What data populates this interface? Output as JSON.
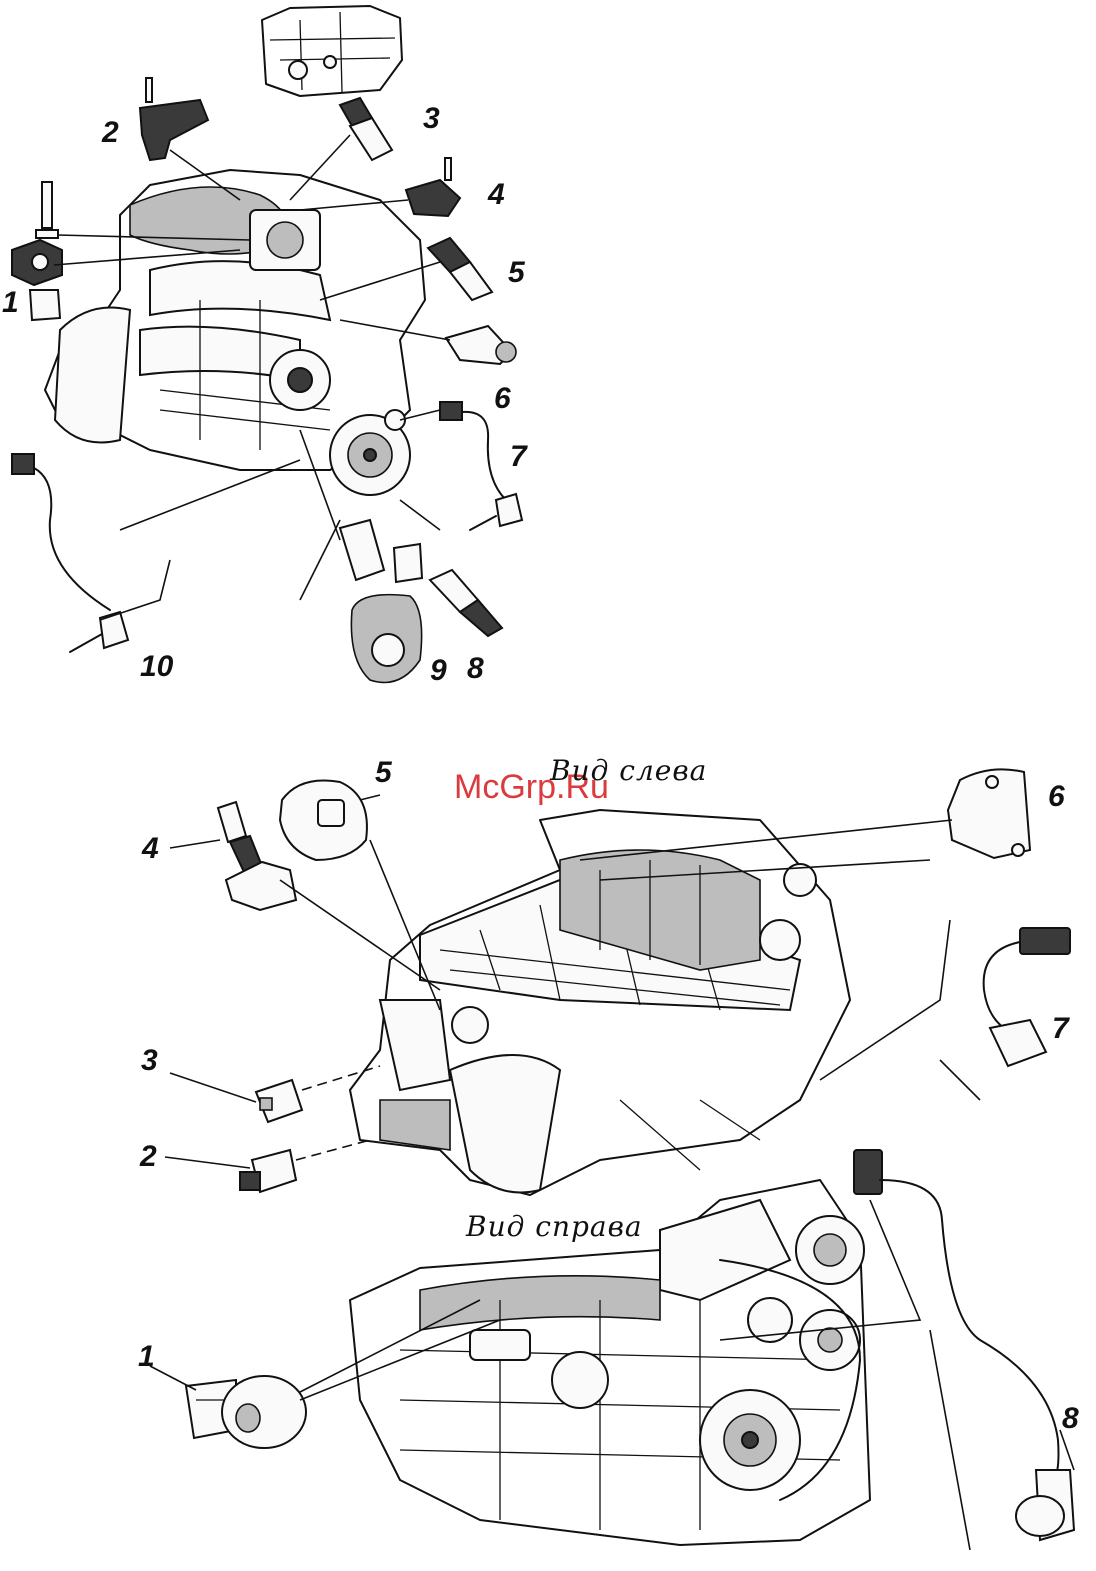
{
  "watermark": "McGrp.Ru",
  "top_diagram": {
    "callouts": [
      "1",
      "2",
      "3",
      "4",
      "5",
      "6",
      "7",
      "8",
      "9",
      "10"
    ]
  },
  "bottom_diagram": {
    "view_left_caption": "Вид слева",
    "view_right_caption": "Вид справа",
    "callouts": [
      "1",
      "2",
      "3",
      "4",
      "5",
      "6",
      "7",
      "8"
    ]
  }
}
